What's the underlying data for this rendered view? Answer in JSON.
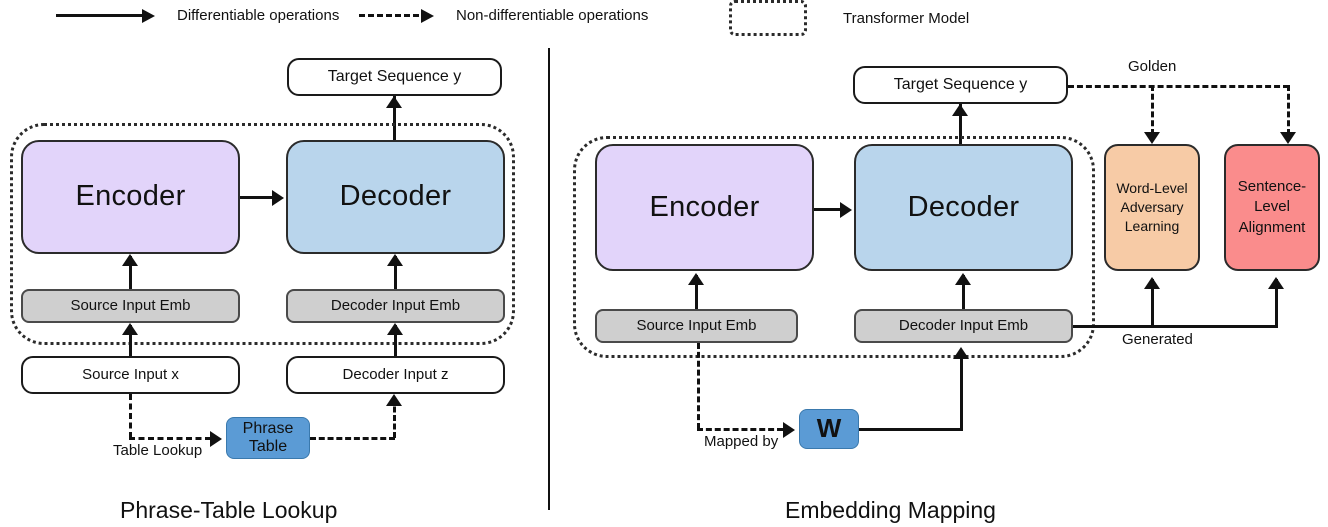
{
  "legend": [
    {
      "id": "differentiable",
      "style": "solid-arrow",
      "label": "Differentiable operations"
    },
    {
      "id": "non-differentiable",
      "style": "dashed-arrow",
      "label": "Non-differentiable operations"
    },
    {
      "id": "transformer-model",
      "style": "dotted-box",
      "label": "Transformer Model"
    }
  ],
  "panels": {
    "left": {
      "caption": "Phrase-Table Lookup",
      "nodes": {
        "target_sequence": "Target Sequence y",
        "encoder": "Encoder",
        "decoder": "Decoder",
        "source_input_emb": "Source Input Emb",
        "decoder_input_emb": "Decoder Input Emb",
        "source_input": "Source Input x",
        "decoder_input": "Decoder Input z",
        "phrase_table": "Phrase\nTable",
        "phrase_table_line1": "Phrase",
        "phrase_table_line2": "Table"
      },
      "edge_labels": {
        "table_lookup": "Table Lookup"
      }
    },
    "right": {
      "caption": "Embedding Mapping",
      "nodes": {
        "target_sequence": "Target Sequence y",
        "encoder": "Encoder",
        "decoder": "Decoder",
        "source_input_emb": "Source Input Emb",
        "decoder_input_emb": "Decoder Input Emb",
        "word_level": "Word-Level\nAdversary\nLearning",
        "word_level_line1": "Word-Level",
        "word_level_line2": "Adversary",
        "word_level_line3": "Learning",
        "sentence_level": "Sentence-\nLevel\nAlignment",
        "sentence_level_line1": "Sentence-",
        "sentence_level_line2": "Level",
        "sentence_level_line3": "Alignment",
        "mapping_matrix": "W"
      },
      "edge_labels": {
        "golden": "Golden",
        "generated": "Generated",
        "mapped_by": "Mapped by"
      }
    }
  },
  "colors": {
    "encoder": "#e2d4fa",
    "decoder": "#b9d5ec",
    "embedding": "#cfcfcf",
    "word_level": "#f7cba6",
    "sentence_level": "#fa8c8c",
    "blue_accent": "#5b9bd5",
    "stroke": "#111111",
    "background": "#ffffff"
  }
}
